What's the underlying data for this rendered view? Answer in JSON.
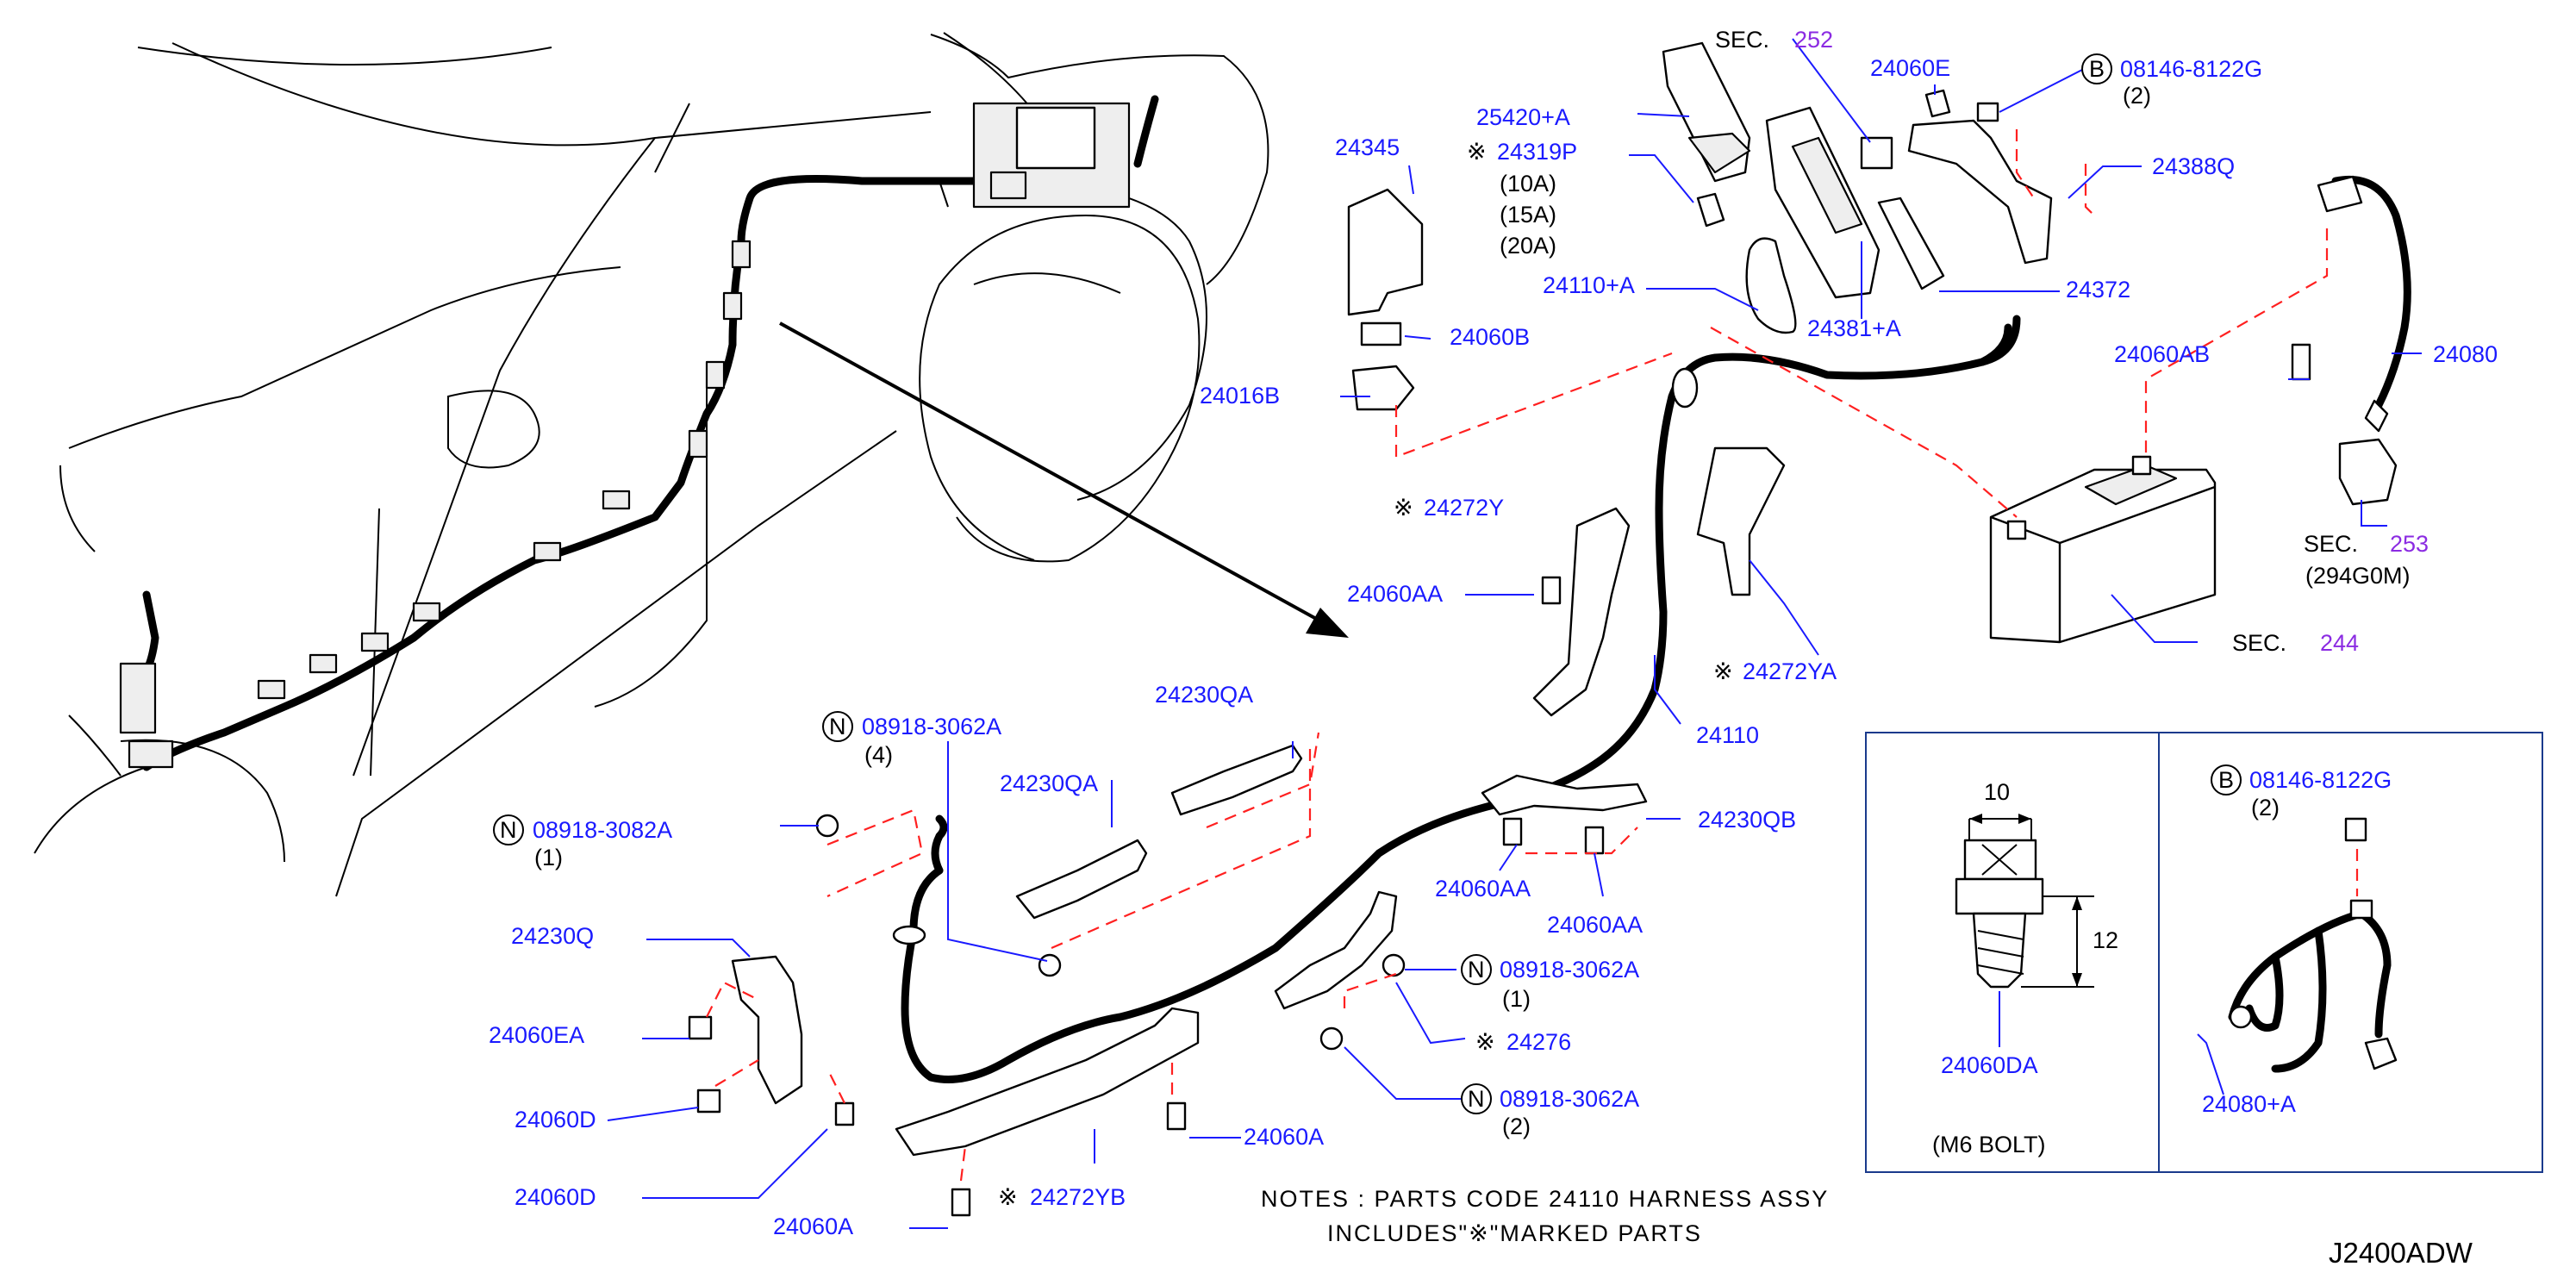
{
  "diagram_code": "J2400ADW",
  "notes": {
    "line1": "NOTES : PARTS CODE 24110 HARNESS ASSY",
    "line2": "INCLUDES\"※\"MARKED PARTS"
  },
  "sections": [
    {
      "prefix": "SEC.",
      "number": "252"
    },
    {
      "prefix": "SEC.",
      "number": "253",
      "extra": "(294G0M)"
    },
    {
      "prefix": "SEC.",
      "number": "244"
    }
  ],
  "parts": {
    "p25420A": "25420+A",
    "p24319P": "24319P",
    "p24319P_10": "(10A)",
    "p24319P_15": "(15A)",
    "p24319P_20": "(20A)",
    "p24345": "24345",
    "p24060E": "24060E",
    "p08146_top": "08146-8122G",
    "p08146_top_qty": "(2)",
    "p24388Q": "24388Q",
    "p24110A": "24110+A",
    "p24381A": "24381+A",
    "p24372": "24372",
    "p24060B": "24060B",
    "p24016B": "24016B",
    "p24060AB": "24060AB",
    "p24080": "24080",
    "p24272Y": "24272Y",
    "p24060AA_1": "24060AA",
    "p24272YA": "24272YA",
    "p24110": "24110",
    "p08918_3062A_top": "08918-3062A",
    "p08918_3062A_top_qty": "(4)",
    "p24230QA_1": "24230QA",
    "p24230QA_2": "24230QA",
    "p24230QB": "24230QB",
    "p08918_3082A": "08918-3082A",
    "p08918_3082A_qty": "(1)",
    "p24060AA_2": "24060AA",
    "p24060AA_3": "24060AA",
    "p24230Q": "24230Q",
    "p24060EA": "24060EA",
    "p24060D_1": "24060D",
    "p24060D_2": "24060D",
    "p24060A_1": "24060A",
    "p24060A_2": "24060A",
    "p24272YB": "24272YB",
    "p08918_3062A_mid": "08918-3062A",
    "p08918_3062A_mid_qty": "(1)",
    "p24276": "24276",
    "p08918_3062A_bot": "08918-3062A",
    "p08918_3062A_bot_qty": "(2)"
  },
  "inset_bolt": {
    "dim_width": "10",
    "dim_length": "12",
    "part": "24060DA",
    "caption": "(M6  BOLT)"
  },
  "inset_cable": {
    "bolt": "08146-8122G",
    "bolt_qty": "(2)",
    "part": "24080+A"
  },
  "symbols": {
    "asterisk": "※",
    "circle_b": "B",
    "circle_n": "N"
  },
  "colors": {
    "part_label": "#1a1aff",
    "section_number": "#8b2be2",
    "hidden_line": "#ff2020",
    "leader": "#1a1aff"
  }
}
